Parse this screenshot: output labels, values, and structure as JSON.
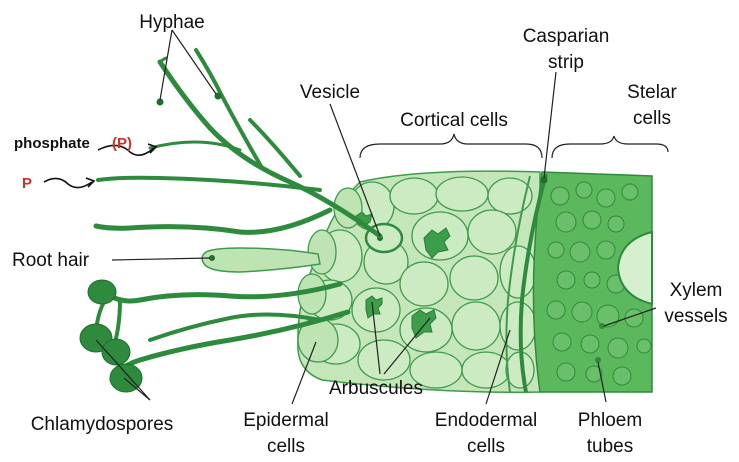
{
  "labels": {
    "hyphae": "Hyphae",
    "casparian_line1": "Casparian",
    "casparian_line2": "strip",
    "vesicle": "Vesicle",
    "cortical_cells": "Cortical cells",
    "stelar_line1": "Stelar",
    "stelar_line2": "cells",
    "phosphate": "phosphate",
    "phosphate_symbol": "(P)",
    "p_symbol": "P",
    "root_hair": "Root hair",
    "xylem_line1": "Xylem",
    "xylem_line2": "vessels",
    "arbuscules": "Arbuscules",
    "chlamydospores": "Chlamydospores",
    "epidermal_line1": "Epidermal",
    "epidermal_line2": "cells",
    "endodermal_line1": "Endodermal",
    "endodermal_line2": "cells",
    "phloem_line1": "Phloem",
    "phloem_line2": "tubes"
  },
  "colors": {
    "fungus": "#2e8b3e",
    "cortex": "#cdebc3",
    "stele": "#5cb85c",
    "phosphate_red": "#d0302a"
  }
}
